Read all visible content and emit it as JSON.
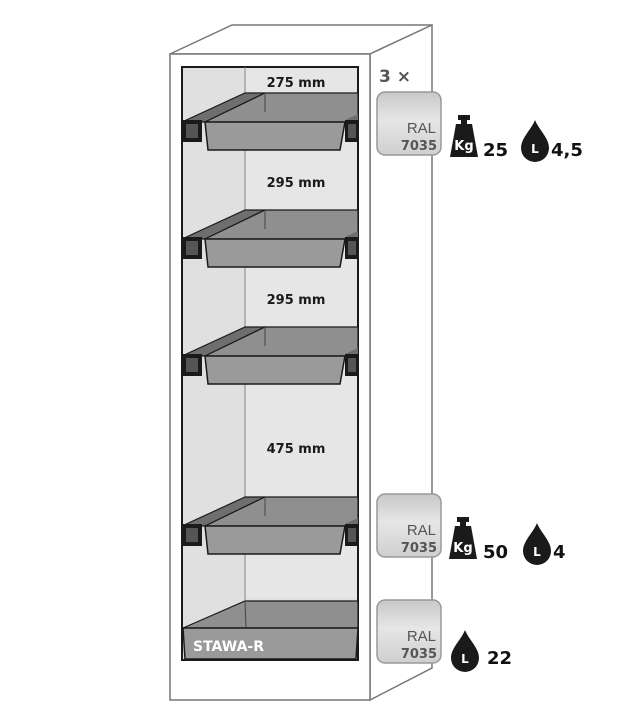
{
  "cabinet": {
    "model_label": "STAWA-R",
    "dimensions": [
      "275 mm",
      "295 mm",
      "295 mm",
      "475 mm"
    ]
  },
  "shelves": {
    "quantity_label": "3 ×",
    "ral_label": "RAL",
    "ral_code": "7035",
    "kg_icon_label": "Kg",
    "load_kg": "25",
    "liter_icon_label": "L",
    "capacity_l": "4,5"
  },
  "bottom_shelf": {
    "ral_label": "RAL",
    "ral_code": "7035",
    "kg_icon_label": "Kg",
    "load_kg": "50",
    "liter_icon_label": "L",
    "capacity_l": "4"
  },
  "sump": {
    "ral_label": "RAL",
    "ral_code": "7035",
    "liter_icon_label": "L",
    "capacity_l": "22"
  },
  "colors": {
    "panel": "#e0e0e0",
    "tray": "#9a9a9a",
    "outline": "#1a1a1a",
    "ral_tile": "#d4d4d4"
  }
}
